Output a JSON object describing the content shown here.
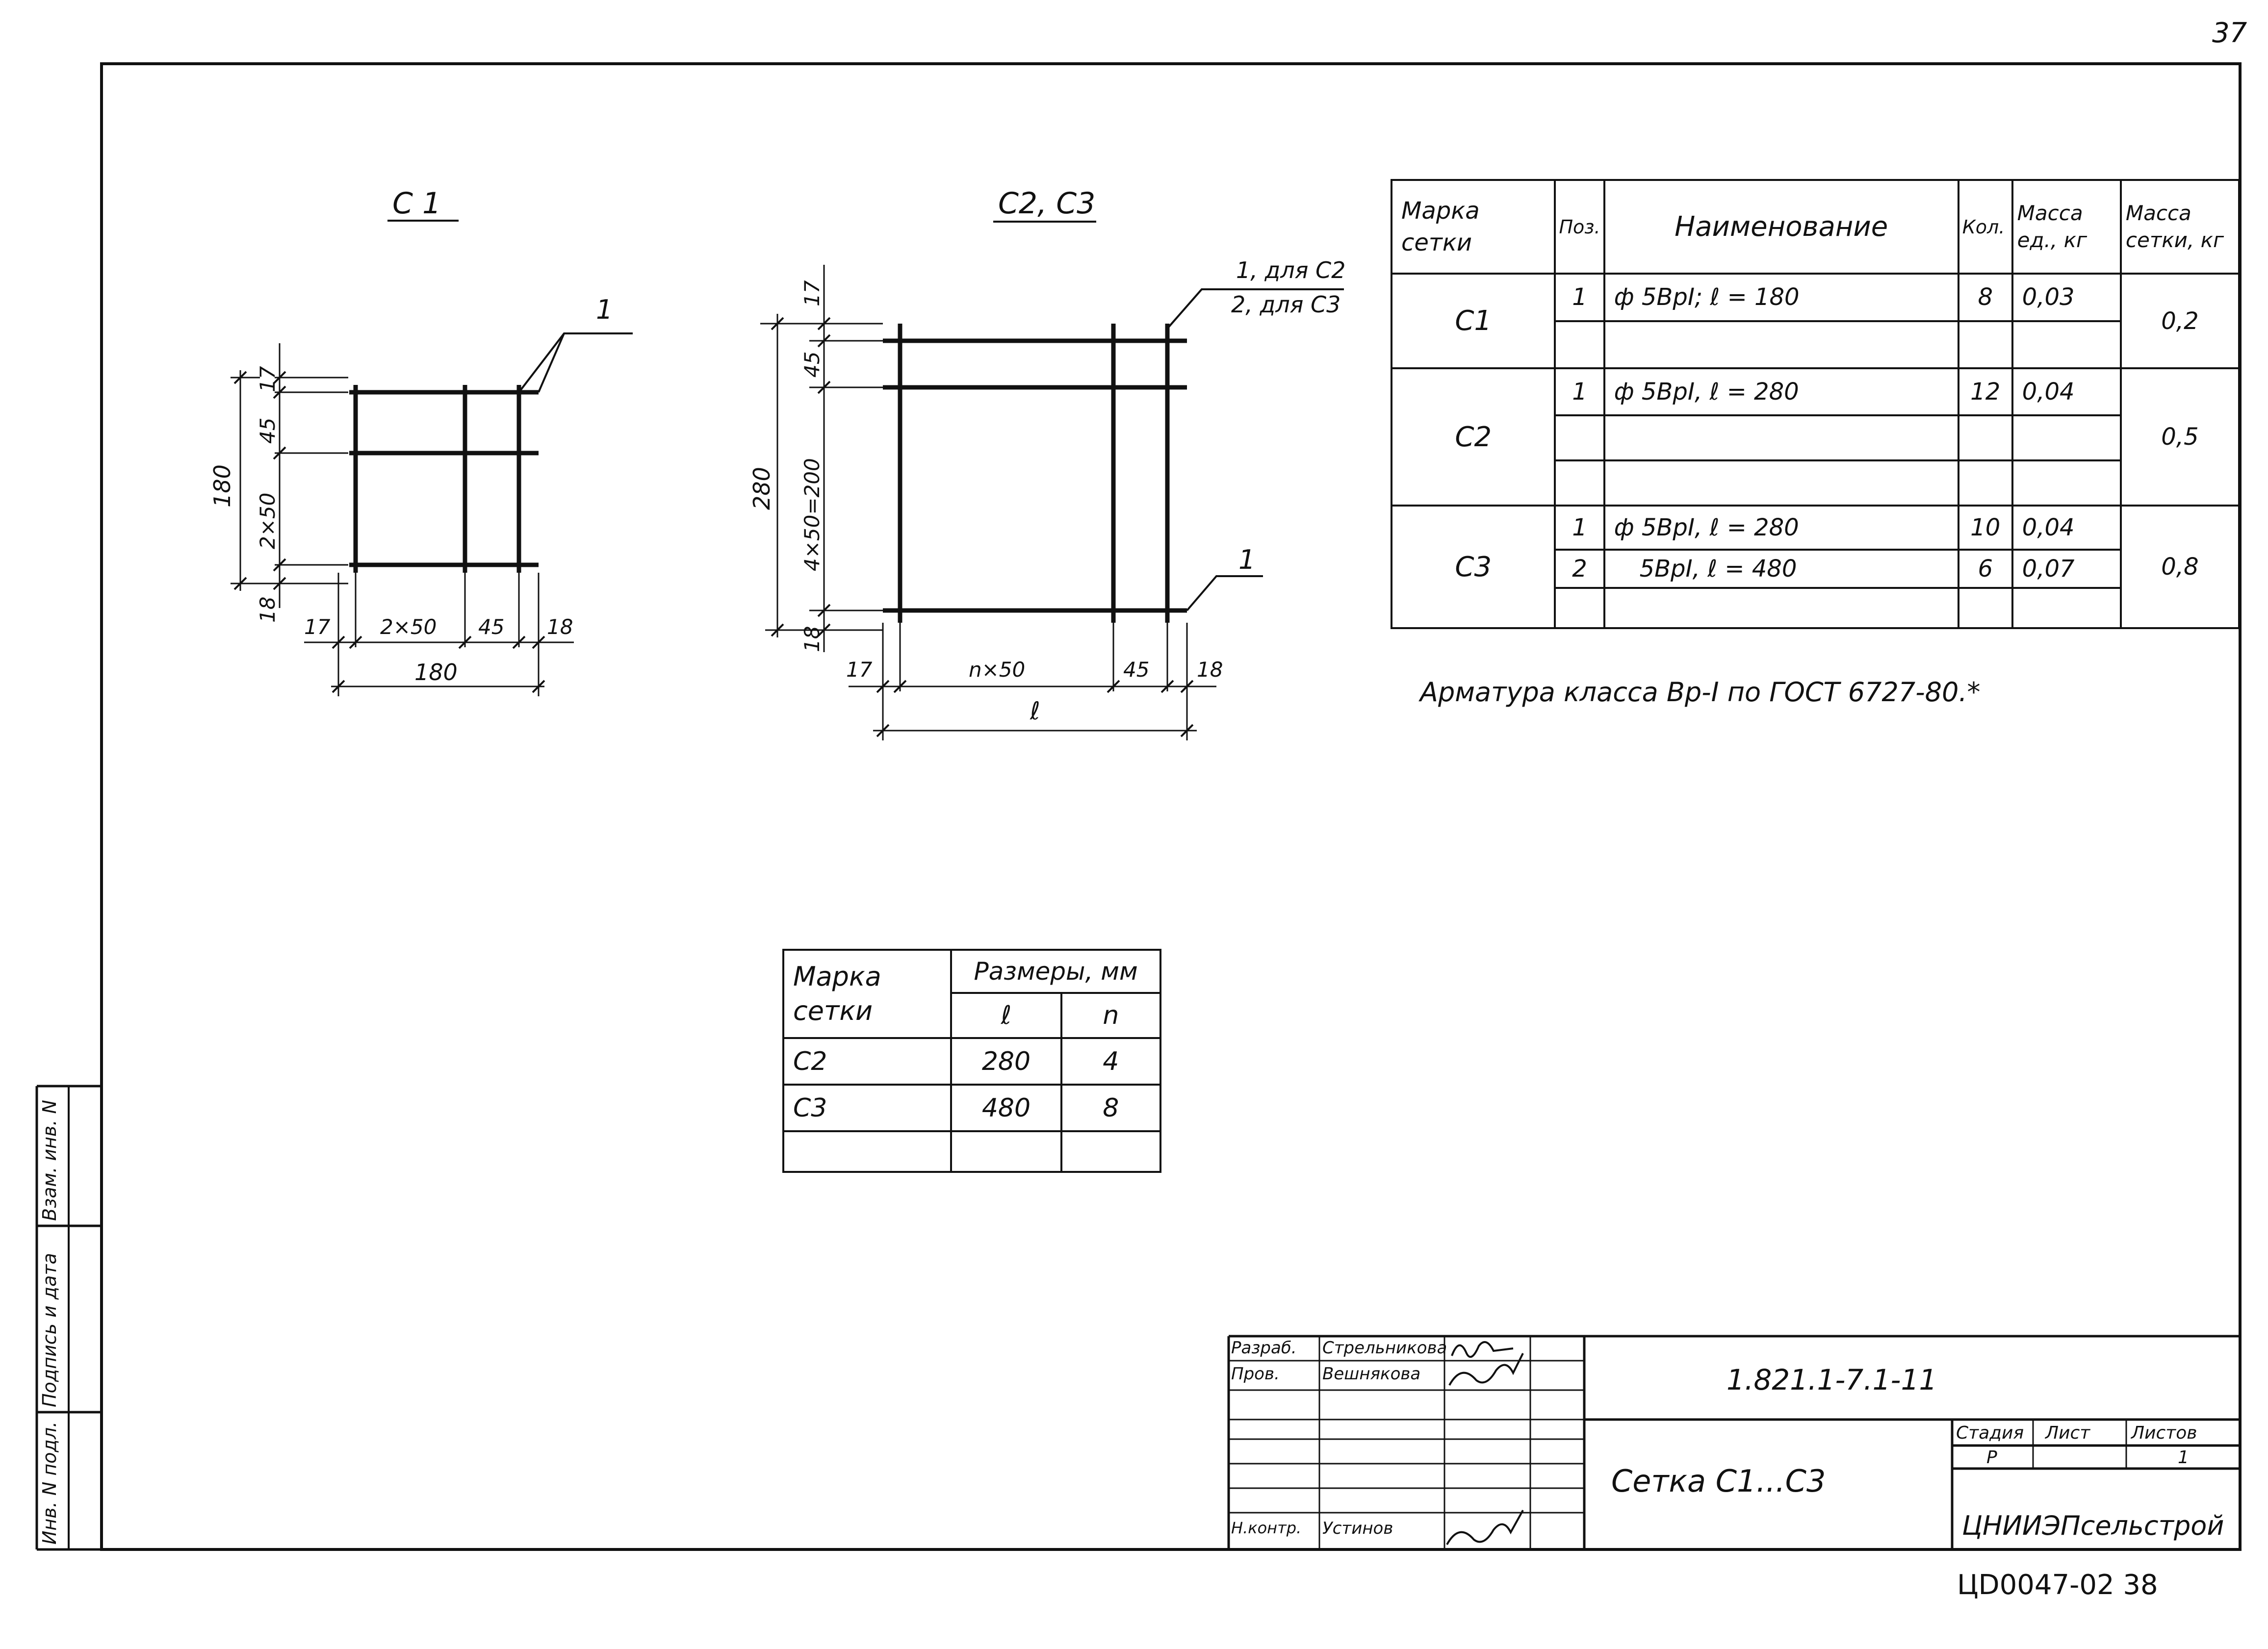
{
  "page_number": "37",
  "footer_code": "ЦD0047-02  38",
  "drawings": {
    "c1": {
      "title": "С 1",
      "leader": "1",
      "dims_left": [
        "17",
        "45",
        "2×50",
        "180",
        "18"
      ],
      "dims_bottom": [
        "17",
        "2×50",
        "45",
        "18",
        "180"
      ]
    },
    "c23": {
      "title": "С2, С3",
      "leader_top_1": "1, для С2",
      "leader_top_2": "2, для С3",
      "leader_bottom": "1",
      "dims_left": [
        "17",
        "45",
        "4×50=200",
        "280",
        "18"
      ],
      "dims_bottom": [
        "17",
        "n×50",
        "45",
        "18",
        "ℓ"
      ]
    }
  },
  "spec_table": {
    "headers": {
      "mark": "Марка сетки",
      "pos": "Поз.",
      "name": "Наименование",
      "qty": "Кол.",
      "mass_unit": "Масса ед., кг",
      "mass_net": "Масса сетки, кг"
    },
    "rows": [
      {
        "mark": "С1",
        "pos": "1",
        "name": "ф 5ВрI;   ℓ = 180",
        "qty": "8",
        "mass_unit": "0,03",
        "mass_net": "0,2"
      },
      {
        "mark": "С2",
        "pos": "1",
        "name": "ф 5ВрI,   ℓ = 280",
        "qty": "12",
        "mass_unit": "0,04",
        "mass_net": "0,5"
      },
      {
        "mark": "С3",
        "pos": "1",
        "name": "ф 5ВрI,   ℓ = 280",
        "qty": "10",
        "mass_unit": "0,04",
        "mass_net": "0,8"
      },
      {
        "mark": "",
        "pos": "2",
        "name": "5ВрI,   ℓ = 480",
        "qty": "6",
        "mass_unit": "0,07",
        "mass_net": ""
      }
    ]
  },
  "note": "Арматура класса Вр-I по ГОСТ 6727-80.*",
  "size_table": {
    "header_mark": "Марка сетки",
    "header_sizes": "Размеры, мм",
    "col_l": "ℓ",
    "col_n": "n",
    "rows": [
      {
        "mark": "С2",
        "l": "280",
        "n": "4"
      },
      {
        "mark": "С3",
        "l": "480",
        "n": "8"
      }
    ]
  },
  "title_block": {
    "role_1": "Разраб.",
    "name_1": "Стрельникова",
    "role_2": "Пров.",
    "name_2": "Вешнякова",
    "role_3": "Н.контр.",
    "name_3": "Устинов",
    "doc_number": "1.821.1-7.1-11",
    "doc_title": "Сетка С1...С3",
    "stage_label": "Стадия",
    "sheet_label": "Лист",
    "sheets_label": "Листов",
    "stage": "Р",
    "sheets": "1",
    "org": "ЦНИИЭПсельстрой"
  },
  "side_stamp": {
    "inv_orig": "Инв. N подл.",
    "sign_date": "Подпись и дата",
    "replace_inv": "Взам. инв. N"
  }
}
